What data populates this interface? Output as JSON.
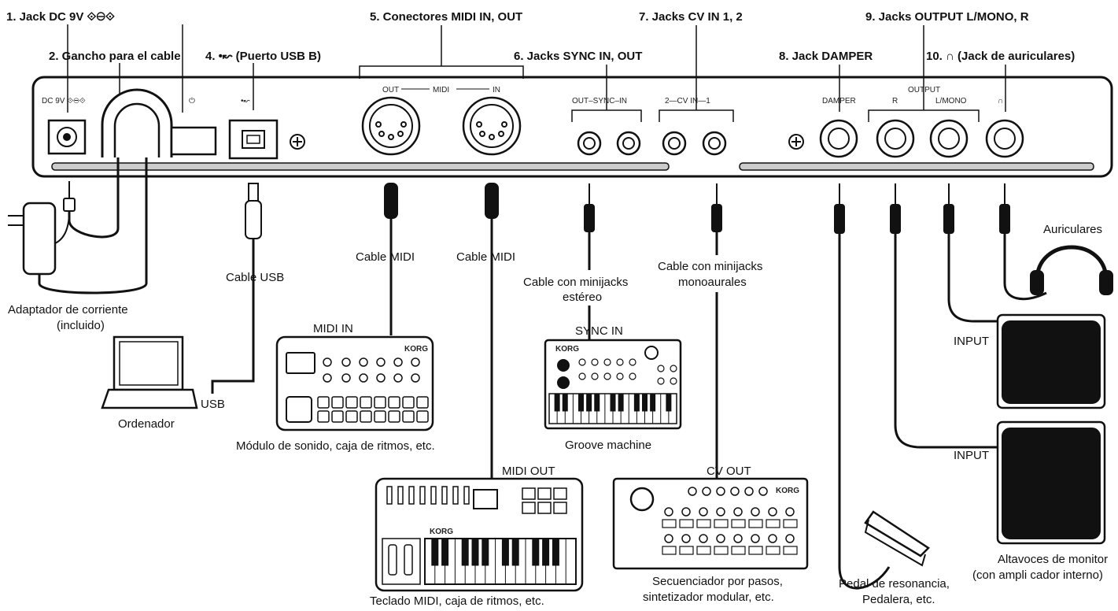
{
  "headers": {
    "h1": "1. Jack DC 9V ⟐⊖⟐",
    "h2": "2. Gancho para el cable",
    "h4": "4. •↜ (Puerto USB B)",
    "h5": "5. Conectores MIDI IN, OUT",
    "h6": "6. Jacks SYNC IN, OUT",
    "h7": "7. Jacks CV IN 1, 2",
    "h8": "8. Jack DAMPER",
    "h9": "9. Jacks OUTPUT L/MONO, R",
    "h10": "10. ∩ (Jack de auriculares)"
  },
  "panel": {
    "dc": "DC 9V ⟐⊖⟐",
    "power": "⏻",
    "usb": "•↜",
    "midi_out": "OUT",
    "midi": "MIDI",
    "midi_in": "IN",
    "sync": "OUT–SYNC–IN",
    "cv": "2—CV IN—1",
    "damper": "DAMPER",
    "output": "OUTPUT",
    "r": "R",
    "lmono": "L/MONO",
    "phones": "∩"
  },
  "labels": {
    "adapter_1": "Adaptador de corriente",
    "adapter_2": "(incluido)",
    "cable_usb": "Cable USB",
    "usb": "USB",
    "computer": "Ordenador",
    "cable_midi_a": "Cable MIDI",
    "cable_midi_b": "Cable MIDI",
    "midi_in": "MIDI IN",
    "sound_module": "Módulo de sonido, caja de ritmos, etc.",
    "midi_out": "MIDI OUT",
    "keyboard": "Teclado MIDI, caja de ritmos, etc.",
    "stereo_1": "Cable con minijacks",
    "stereo_2": "estéreo",
    "sync_in": "SYNC IN",
    "groove": "Groove machine",
    "mono_1": "Cable con minijacks",
    "mono_2": "monoaurales",
    "cv_out": "CV OUT",
    "seq_1": "Secuenciador por pasos,",
    "seq_2": "sintetizador modular, etc.",
    "damper_1": "Pedal de resonancia,",
    "damper_2": "Pedalera, etc.",
    "headphones": "Auriculares",
    "input_1": "INPUT",
    "input_2": "INPUT",
    "monitors_1": "Altavoces de monitor",
    "monitors_2": "(con ampli cador interno)",
    "korg": "KORG"
  }
}
